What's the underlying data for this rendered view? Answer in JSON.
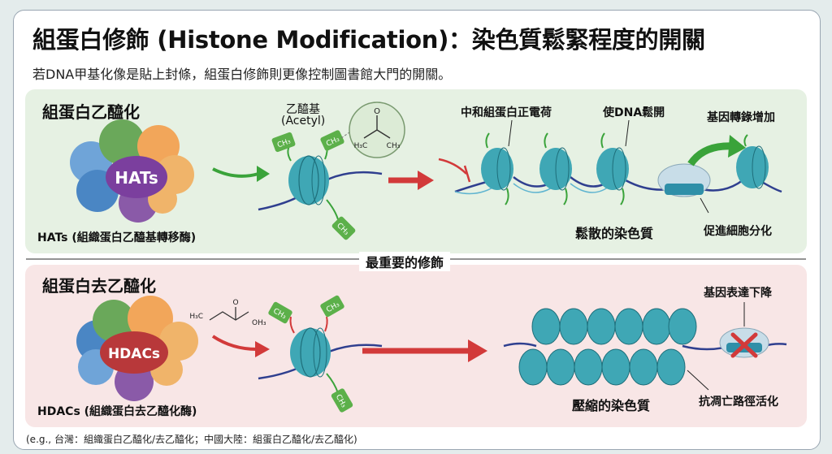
{
  "header": {
    "title": "組蛋白修飾 (Histone Modification)：染色質鬆緊程度的開關",
    "subtitle": "若DNA甲基化像是貼上封條，組蛋白修飾則更像控制圖書館大門的開關。"
  },
  "acetylation": {
    "title": "組蛋白乙醯化",
    "enzyme_badge": "HATs",
    "enzyme_caption": "HATs (組織蛋白乙醯基轉移酶)",
    "acetyl_label": "乙醯基",
    "acetyl_label_en": "(Acetyl)",
    "molecule_h3c": "H₃C",
    "molecule_ch3": "CH₃",
    "molecule_o": "O",
    "tag_text": "CH₃",
    "label_neutralize": "中和組蛋白正電荷",
    "label_loosen": "使DNA鬆開",
    "label_transcription_up": "基因轉錄增加",
    "label_loose_chromatin": "鬆散的染色質",
    "label_differentiation": "促進細胞分化"
  },
  "divider": {
    "label": "最重要的修飾"
  },
  "deacetylation": {
    "title": "組蛋白去乙醯化",
    "enzyme_badge": "HDACs",
    "enzyme_caption": "HDACs (組織蛋白去乙醯化酶)",
    "molecule_h3c": "H₃C",
    "molecule_o": "O",
    "molecule_oh3": "OH₃",
    "tag_text": "CH₃",
    "label_expression_down": "基因表達下降",
    "label_condensed_chromatin": "壓縮的染色質",
    "label_anti_apoptosis": "抗凋亡路徑活化"
  },
  "footnote": "(e.g., 台灣：組織蛋白乙醯化/去乙醯化；中國大陸：組蛋白乙醯化/去乙醯化)",
  "colors": {
    "nucleosome": "#3fa7b5",
    "dna": "#2f3f8f",
    "tag_green": "#5cb04a",
    "arrow_green": "#3aa33a",
    "arrow_red": "#d23a3a",
    "hats_purple": "#7b3f9e",
    "hdacs_red": "#b8383a"
  }
}
